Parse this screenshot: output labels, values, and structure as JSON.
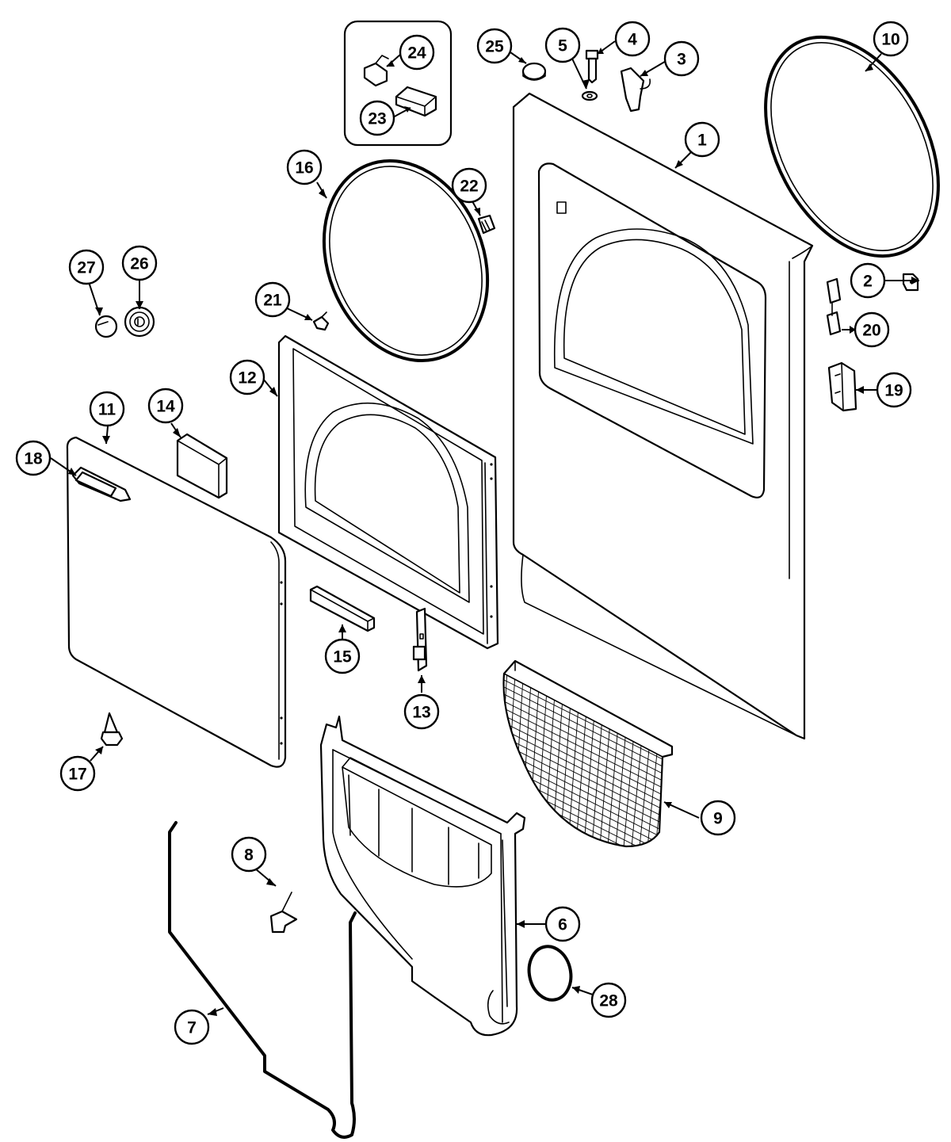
{
  "callouts": [
    {
      "id": "1",
      "label": "1"
    },
    {
      "id": "2",
      "label": "2"
    },
    {
      "id": "3",
      "label": "3"
    },
    {
      "id": "4",
      "label": "4"
    },
    {
      "id": "5",
      "label": "5"
    },
    {
      "id": "6",
      "label": "6"
    },
    {
      "id": "7",
      "label": "7"
    },
    {
      "id": "8",
      "label": "8"
    },
    {
      "id": "9",
      "label": "9"
    },
    {
      "id": "10",
      "label": "10"
    },
    {
      "id": "11",
      "label": "11"
    },
    {
      "id": "12",
      "label": "12"
    },
    {
      "id": "13",
      "label": "13"
    },
    {
      "id": "14",
      "label": "14"
    },
    {
      "id": "15",
      "label": "15"
    },
    {
      "id": "16",
      "label": "16"
    },
    {
      "id": "17",
      "label": "17"
    },
    {
      "id": "18",
      "label": "18"
    },
    {
      "id": "19",
      "label": "19"
    },
    {
      "id": "20",
      "label": "20"
    },
    {
      "id": "21",
      "label": "21"
    },
    {
      "id": "22",
      "label": "22"
    },
    {
      "id": "23",
      "label": "23"
    },
    {
      "id": "24",
      "label": "24"
    },
    {
      "id": "25",
      "label": "25"
    },
    {
      "id": "26",
      "label": "26"
    },
    {
      "id": "27",
      "label": "27"
    },
    {
      "id": "28",
      "label": "28"
    }
  ]
}
